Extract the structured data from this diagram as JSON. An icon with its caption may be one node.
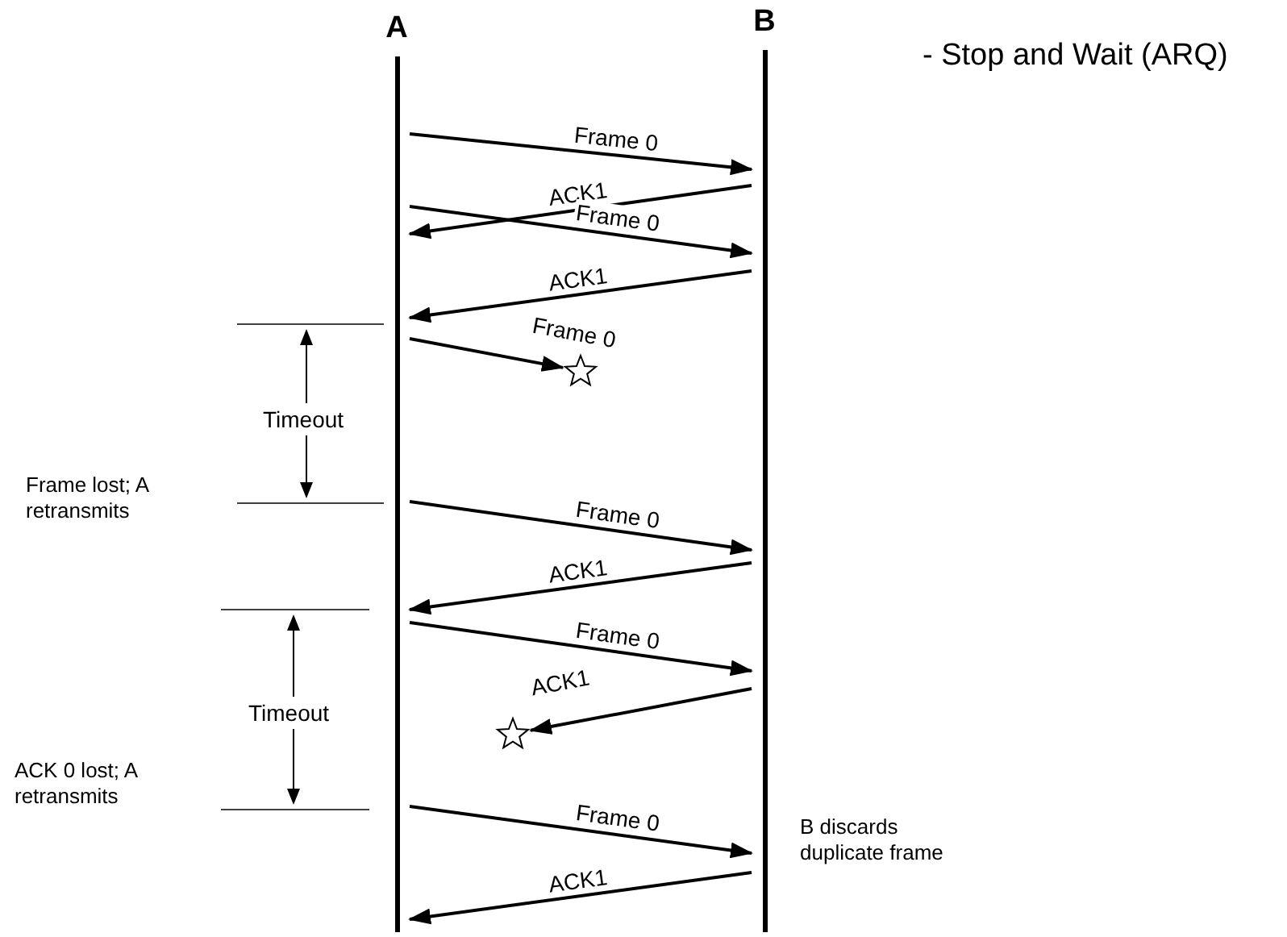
{
  "diagram": {
    "title": "- Stop and Wait (ARQ)",
    "nodes": [
      {
        "text": [
          "A"
        ]
      },
      {
        "text": [
          "B"
        ]
      },
      {
        "text": [],
        "shape": "star"
      },
      {
        "text": [],
        "shape": "star"
      }
    ],
    "edges": [
      {
        "from": 0,
        "to": 1,
        "arrow": "to",
        "label": "Frame 0"
      },
      {
        "from": 1,
        "to": 0,
        "arrow": "to",
        "label": "ACK1"
      },
      {
        "from": 0,
        "to": 1,
        "arrow": "to",
        "label": "Frame 0"
      },
      {
        "from": 1,
        "to": 0,
        "arrow": "to",
        "label": "ACK1"
      },
      {
        "from": 0,
        "to": 2,
        "arrow": "to",
        "label": "Frame 0"
      },
      {
        "from": 0,
        "to": 1,
        "arrow": "to",
        "label": "Frame 0"
      },
      {
        "from": 1,
        "to": 0,
        "arrow": "to",
        "label": "ACK1"
      },
      {
        "from": 0,
        "to": 1,
        "arrow": "to",
        "label": "Frame 0"
      },
      {
        "from": 1,
        "to": 3,
        "arrow": "to",
        "label": "ACK1"
      },
      {
        "from": 0,
        "to": 1,
        "arrow": "to",
        "label": "Frame 0"
      },
      {
        "from": 1,
        "to": 0,
        "arrow": "to",
        "label": "ACK1"
      }
    ],
    "labels": [
      "Timeout",
      "Frame lost; A retransmits",
      "Timeout",
      "ACK 0 lost; A retransmits",
      "B discards duplicate frame"
    ]
  }
}
